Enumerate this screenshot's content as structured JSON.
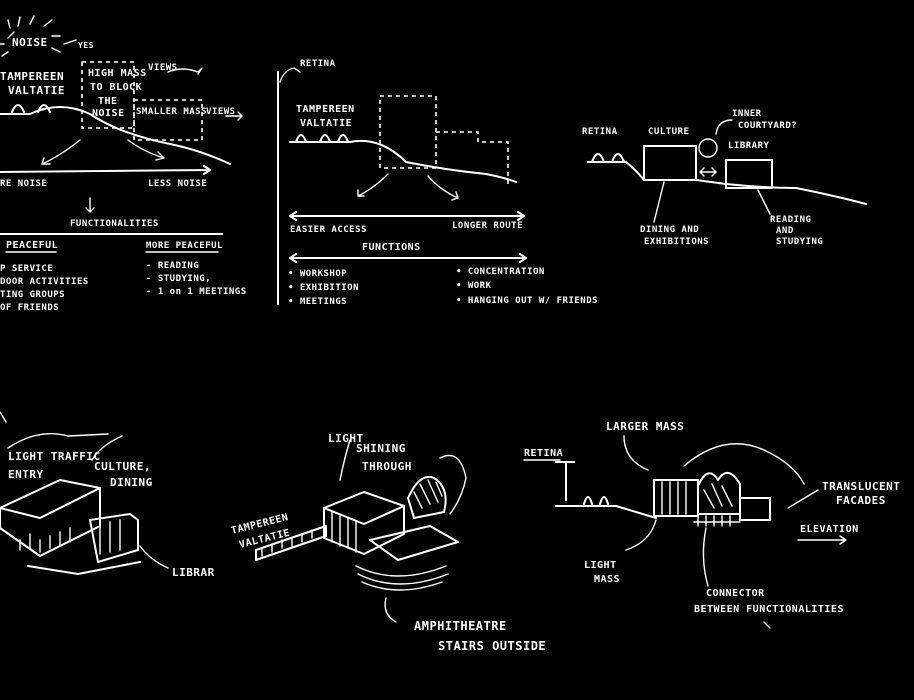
{
  "sketch1": {
    "noise": "NOISE",
    "yes": "YES",
    "tampereen_line1": "TAMPEREEN",
    "tampereen_line2": "VALTATIE",
    "high_mass_line1": "HIGH MASS",
    "high_mass_line2": "TO BLOCK",
    "high_mass_line3": "THE",
    "high_mass_line4": "NOISE",
    "views": "VIEWS",
    "smaller_mass": "SMALLER MASS",
    "views2": "VIEWS",
    "more_noise": "RE NOISE",
    "less_noise": "LESS NOISE",
    "functionalities": "FUNCTIONALITIES",
    "peaceful": "PEACEFUL",
    "more_peaceful": "MORE PEACEFUL",
    "left_items": [
      "P SERVICE",
      "DOOR ACTIVITIES",
      "TING GROUPS",
      "OF FRIENDS"
    ],
    "right_items": [
      "- READING",
      "- STUDYING,",
      "- 1 on 1 MEETINGS"
    ]
  },
  "sketch2": {
    "retina": "RETINA",
    "tampereen_line1": "TAMPEREEN",
    "tampereen_line2": "VALTATIE",
    "easier_access": "EASIER ACCESS",
    "longer_route": "LONGER ROUTE",
    "functions": "FUNCTIONS",
    "left_items": [
      "• WORKSHOP",
      "• EXHIBITION",
      "• MEETINGS"
    ],
    "right_items": [
      "• CONCENTRATION",
      "• WORK",
      "• HANGING OUT W/ FRIENDS"
    ]
  },
  "sketch3": {
    "retina": "RETINA",
    "culture": "CULTURE",
    "inner_line1": "INNER",
    "inner_line2": "COURTYARD?",
    "library": "LIBRARY",
    "dining_line1": "DINING AND",
    "dining_line2": "EXHIBITIONS",
    "reading_line1": "READING",
    "reading_line2": "AND",
    "reading_line3": "STUDYING"
  },
  "sketch4": {
    "light_traffic": "LIGHT TRAFFIC",
    "entry": "ENTRY",
    "culture_line1": "CULTURE,",
    "culture_line2": "DINING",
    "library": "LIBRAR"
  },
  "sketch5": {
    "light": "LIGHT",
    "shining_line1": "SHINING",
    "shining_line2": "THROUGH",
    "tampereen_line1": "TAMPEREEN",
    "tampereen_line2": "VALTATIE",
    "amphitheatre_line1": "AMPHITHEATRE",
    "amphitheatre_line2": "STAIRS OUTSIDE"
  },
  "sketch6": {
    "retina": "RETINA",
    "larger_mass": "LARGER MASS",
    "translucent_line1": "TRANSLUCENT",
    "translucent_line2": "FACADES",
    "elevation": "ELEVATION",
    "light_mass_line1": "LIGHT",
    "light_mass_line2": "MASS",
    "connector_line1": "CONNECTOR",
    "connector_line2": "BETWEEN FUNCTIONALITIES"
  }
}
